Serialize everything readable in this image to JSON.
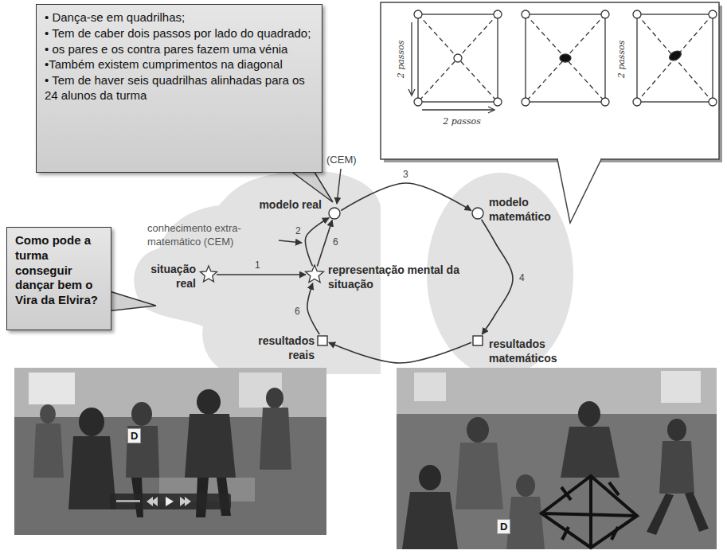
{
  "diagram": {
    "nodes": [
      {
        "text": [
          "• Dança-se em quadrilhas;",
          "• Tem de caber dois passos por lado do quadrado;",
          "• os pares e os contra pares fazem uma vénia",
          "•Também existem cumprimentos na diagonal",
          "• Tem de haver seis quadrilhas alinhadas para os 24 alunos da turma"
        ]
      },
      {
        "text": [
          "modelo real"
        ]
      },
      {
        "text": [
          "modelo matemático"
        ]
      },
      {
        "text": [
          "Como pode a turma conseguir dançar bem o Vira da Elvira?"
        ]
      },
      {
        "text": [
          "situação real"
        ]
      },
      {
        "text": [
          "representação mental da situação"
        ]
      },
      {
        "text": [
          "resultados reais"
        ]
      },
      {
        "text": [
          "resultados matemáticos"
        ]
      }
    ],
    "edges": [
      {
        "from": 4,
        "to": 5,
        "label": "1",
        "arrow": "to"
      },
      {
        "from": 5,
        "to": 1,
        "label": "2",
        "arrow": "to"
      },
      {
        "from": 1,
        "to": 2,
        "label": "3",
        "arrow": "to"
      },
      {
        "from": 2,
        "to": 7,
        "label": "4",
        "arrow": "to"
      },
      {
        "from": 7,
        "to": 6,
        "arrow": "to"
      },
      {
        "from": 6,
        "to": 5,
        "label": "6",
        "arrow": "to"
      },
      {
        "from": 5,
        "to": 1,
        "label": "6",
        "arrow": "to"
      }
    ],
    "labels": [
      "2 passos",
      "2 passos",
      "2 passos",
      "(CEM)",
      "conhecimento extra-matemático (CEM)",
      "D",
      "D"
    ]
  }
}
